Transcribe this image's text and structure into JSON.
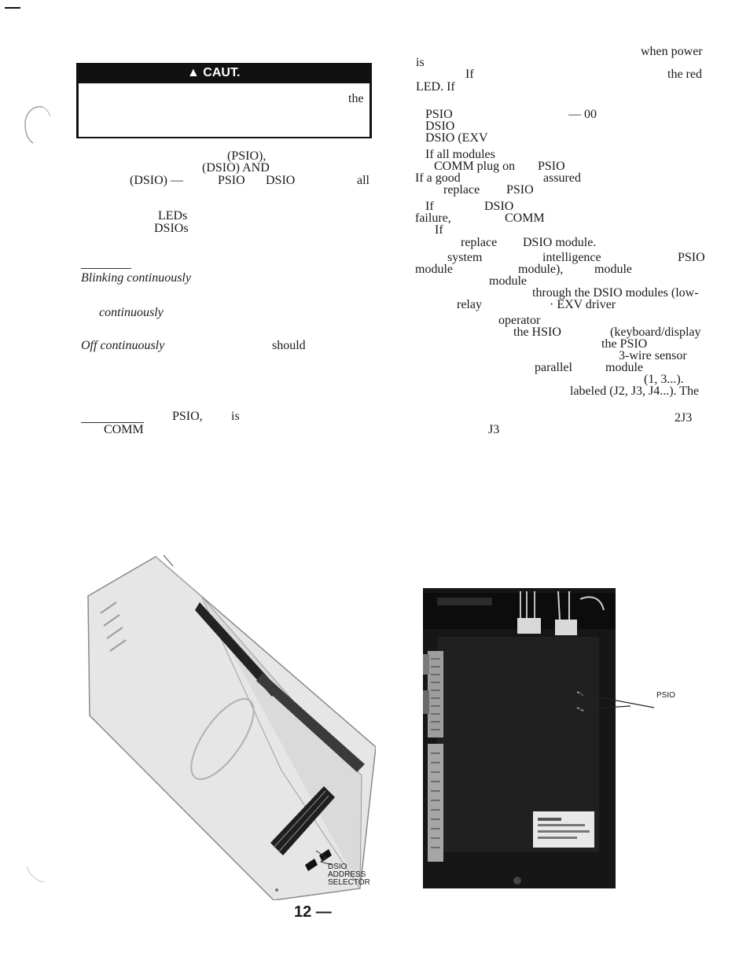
{
  "caution": {
    "title": "▲ CAUT.",
    "body_word": "the"
  },
  "left_col": {
    "l1": "(PSIO),",
    "l2": "(DSIO) AND",
    "l3a": "(DSIO) —",
    "l3b": "PSIO",
    "l3c": "DSIO",
    "l3d": "all",
    "l4": "LEDs",
    "l5": "DSIOs",
    "l6": "Blinking continuously",
    "l7": "continuously",
    "l8a": "Off continuously",
    "l8b": "should",
    "l9a": "PSIO,",
    "l9b": "is",
    "l10": "COMM"
  },
  "right_col": {
    "r1": "when power",
    "r2": "is",
    "r3a": "If",
    "r3b": "the red",
    "r4": "LED. If",
    "r5a": "PSIO",
    "r5b": "— 00",
    "r6": "DSIO",
    "r7": "DSIO (EXV",
    "r8": "If all modules",
    "r9a": "COMM plug on",
    "r9b": "PSIO",
    "r10a": "If a good",
    "r10b": "assured",
    "r11a": "replace",
    "r11b": "PSIO",
    "r12a": "If",
    "r12b": "DSIO",
    "r13a": "failure,",
    "r13b": "COMM",
    "r14": "If",
    "r15a": "replace",
    "r15b": "DSIO module.",
    "r16a": "system",
    "r16b": "intelligence",
    "r16c": "PSIO",
    "r17a": "module",
    "r17b": "module),",
    "r17c": "module",
    "r18": "module",
    "r19": "through the DSIO modules (low-",
    "r20a": "relay",
    "r20b": "· EXV driver",
    "r21": "operator",
    "r22a": "the HSIO",
    "r22b": "(keyboard/display",
    "r23": "the PSIO",
    "r24": "3-wire sensor",
    "r25a": "parallel",
    "r25b": "module",
    "r26": "(1, 3...).",
    "r27": "labeled (J2, J3, J4...). The",
    "r28": "2J3",
    "r29": "J3"
  },
  "captions": {
    "dsio_selector": [
      "DSIO",
      "ADDRESS",
      "SELECTOR"
    ],
    "psio_label": "PSIO"
  },
  "page_number": "12 —"
}
